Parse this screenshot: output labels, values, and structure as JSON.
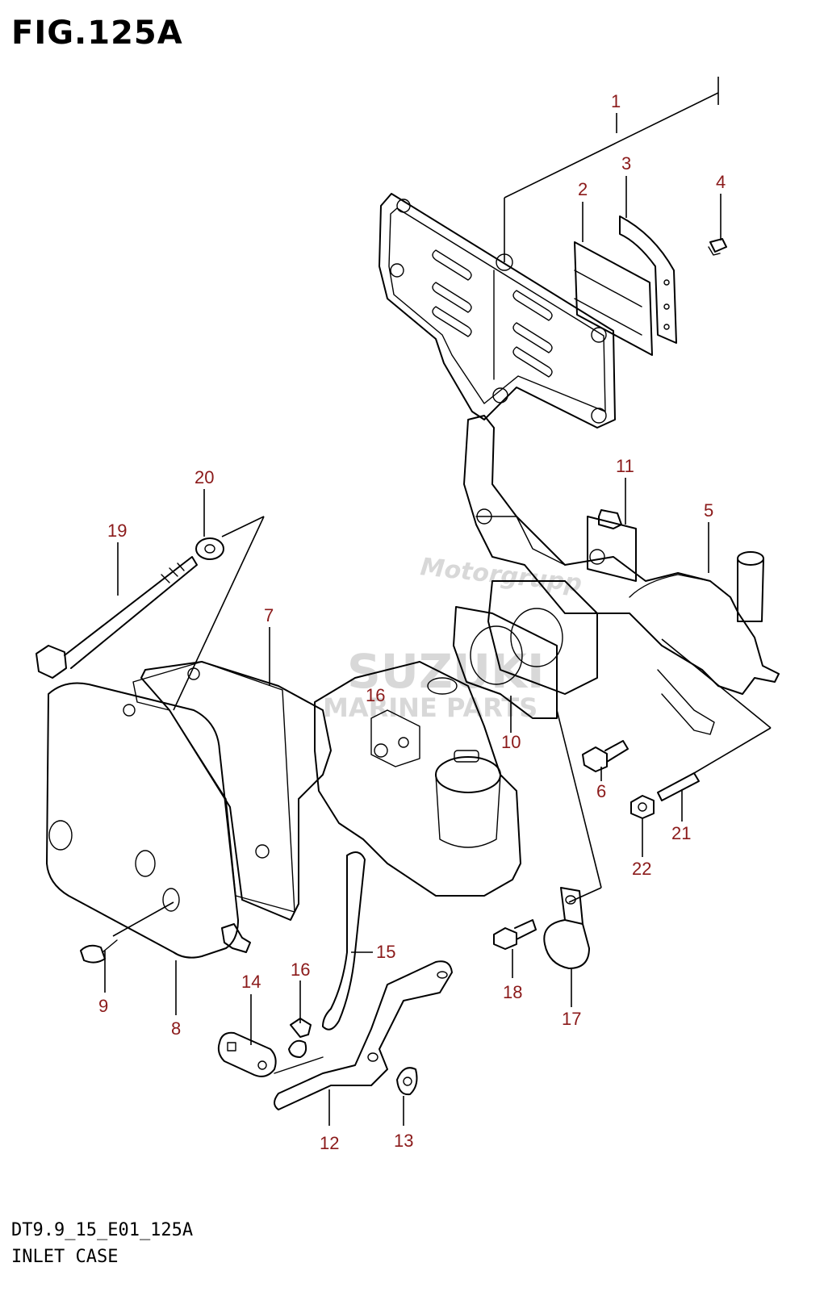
{
  "figure": {
    "title": "FIG.125A",
    "footer_code": "DT9.9_15_E01_125A",
    "footer_name": "INLET CASE"
  },
  "watermarks": [
    "Motorgrupp",
    "SUZUKI",
    "MARINE PARTS"
  ],
  "colors": {
    "callout": "#8b1a1a",
    "line": "#000000",
    "watermark": "#d8d8d8"
  },
  "callouts": [
    "1",
    "2",
    "3",
    "4",
    "5",
    "6",
    "7",
    "8",
    "9",
    "10",
    "11",
    "12",
    "13",
    "14",
    "15",
    "16",
    "16",
    "17",
    "18",
    "19",
    "20",
    "21",
    "22"
  ]
}
